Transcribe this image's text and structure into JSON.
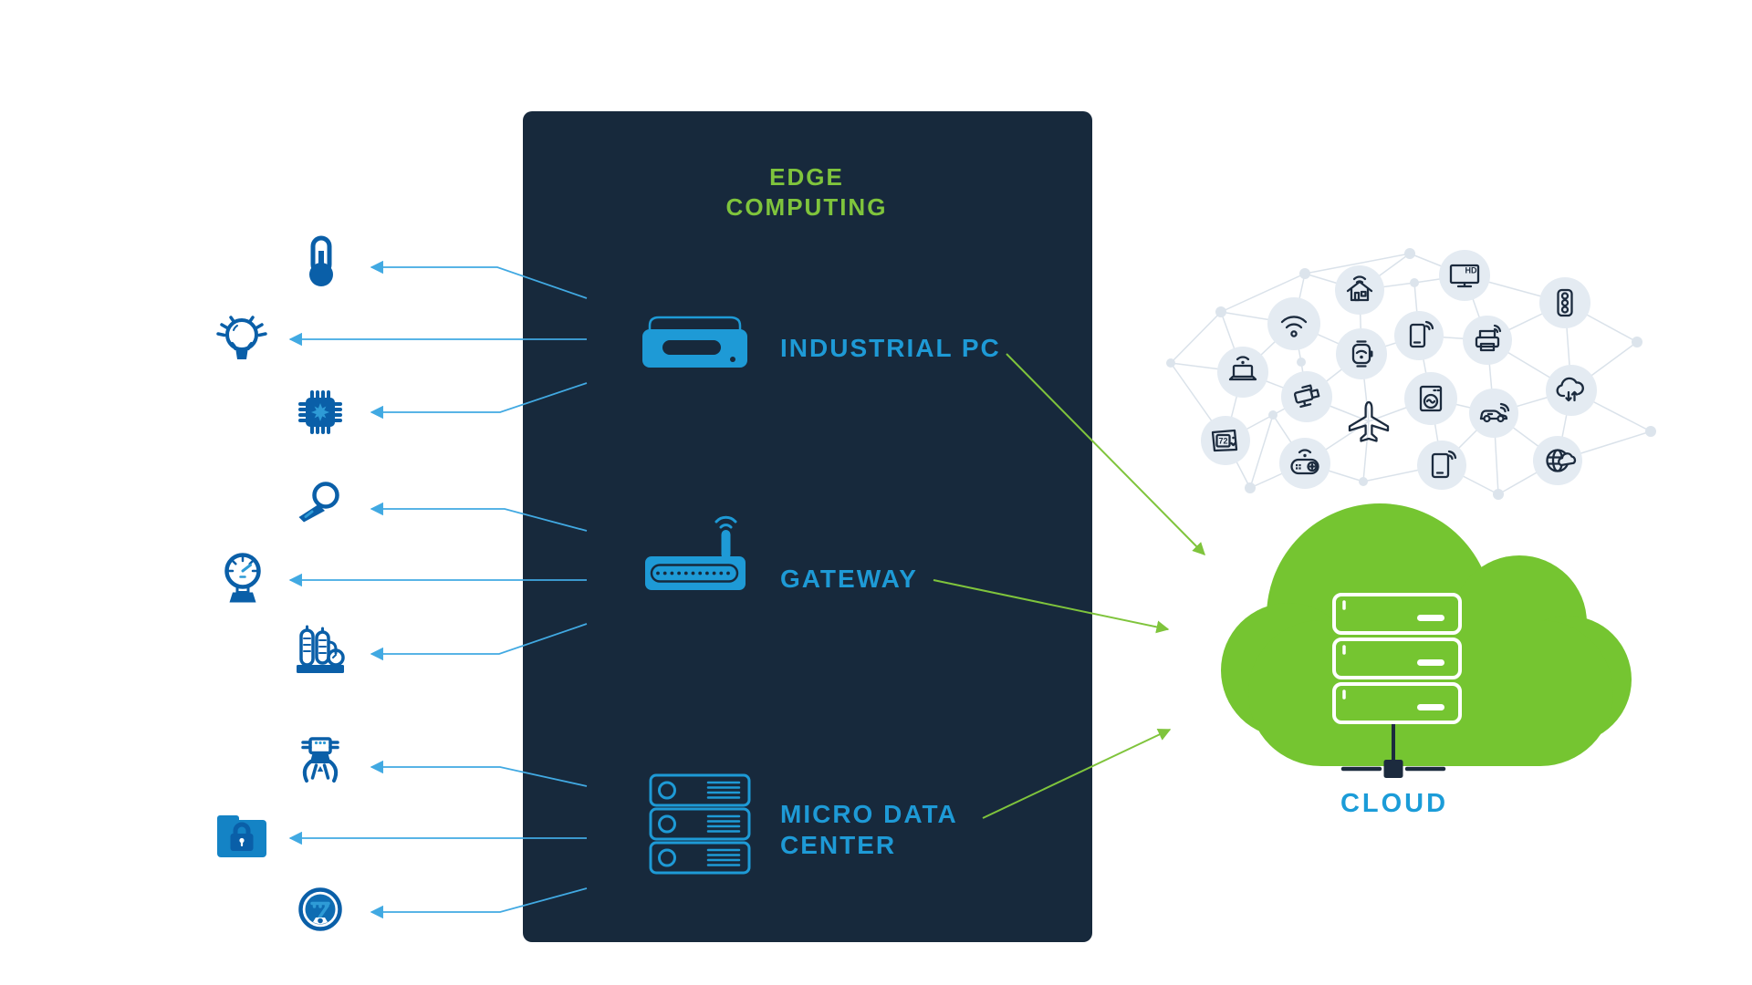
{
  "edge_panel": {
    "title_line1": "EDGE",
    "title_line2": "COMPUTING",
    "devices": [
      {
        "name": "industrial-pc",
        "label": "INDUSTRIAL PC"
      },
      {
        "name": "gateway",
        "label": "GATEWAY"
      },
      {
        "name": "micro-data-center",
        "label_line1": "MICRO DATA",
        "label_line2": "CENTER"
      }
    ]
  },
  "cloud": {
    "label": "CLOUD"
  },
  "sensors": [
    {
      "name": "thermometer-icon"
    },
    {
      "name": "lightbulb-icon"
    },
    {
      "name": "chip-icon"
    },
    {
      "name": "microphone-icon"
    },
    {
      "name": "pressure-gauge-icon"
    },
    {
      "name": "industrial-plant-icon"
    },
    {
      "name": "robot-gripper-icon"
    },
    {
      "name": "secure-folder-icon"
    },
    {
      "name": "analog-meter-icon"
    }
  ],
  "iot_network": {
    "tv_badge": "HD",
    "thermostat_display": "72",
    "devices": [
      "smart-home",
      "hd-tv",
      "wifi",
      "smartphone",
      "smartwatch",
      "laptop",
      "security-camera",
      "washing-machine",
      "thermostat",
      "game-controller",
      "airplane",
      "tablet",
      "traffic-light",
      "printer",
      "cloud-transfer",
      "connected-car",
      "globe"
    ]
  },
  "colors": {
    "edge_box_bg": "#17293C",
    "device_blue": "#1E9AD6",
    "sensor_blue": "#0A5FA8",
    "sensor_blue_light": "#2E9BD6",
    "arrow_blue": "#41A9E2",
    "cloud_green": "#75C531",
    "green_text": "#7FC43C",
    "network_circle": "#E4EBF2",
    "network_line": "#DAE2EA",
    "glyph_navy": "#1C2B3E"
  }
}
